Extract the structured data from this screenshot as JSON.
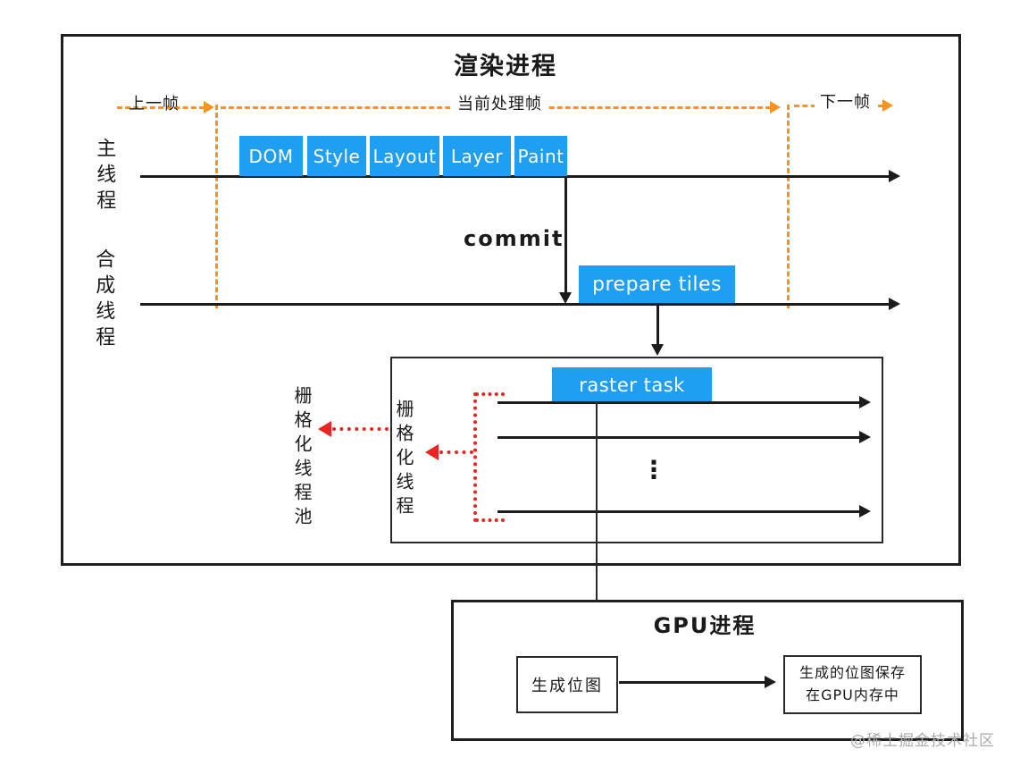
{
  "title": "渲染进程",
  "frame_markers": {
    "prev": "上一帧",
    "current": "当前处理帧",
    "next": "下一帧"
  },
  "threads": {
    "main": "主线程",
    "compositor": "合成线程"
  },
  "pipeline_stages": [
    "DOM",
    "Style",
    "Layout",
    "Layer",
    "Paint"
  ],
  "labels": {
    "commit": "commit",
    "prepare_tiles": "prepare tiles",
    "raster_task": "raster task",
    "ellipsis": "⋮"
  },
  "raster": {
    "pool": "栅格化线程池",
    "thread": "栅格化线程"
  },
  "gpu": {
    "title": "GPU进程",
    "generate": "生成位图",
    "save_line1": "生成的位图保存",
    "save_line2": "在GPU内存中"
  },
  "watermark": "@稀土掘金技术社区",
  "colors": {
    "accent_blue": "#1E9FF2",
    "frame_orange": "#F7941D",
    "raster_red": "#E8251F",
    "line_black": "#1c1c1c",
    "watermark_gray": "#ABABAB"
  }
}
